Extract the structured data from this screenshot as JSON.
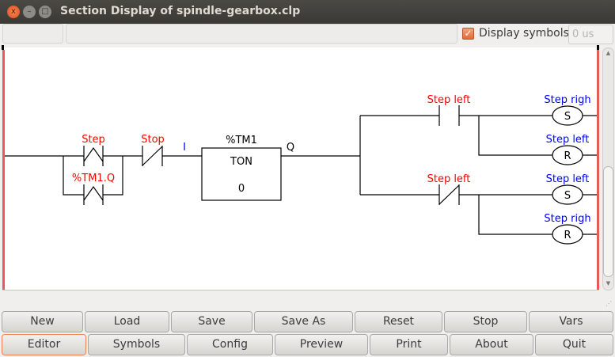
{
  "window": {
    "title": "Section Display of spindle-gearbox.clp",
    "close": "x",
    "minimize": "–",
    "maximize": "□"
  },
  "toolbar": {
    "display_symbols_label": "Display symbols",
    "display_symbols_checked": true,
    "check_glyph": "✓",
    "cycle_time": "0 us"
  },
  "ladder": {
    "rung1": {
      "contact_step": "Step",
      "contact_tm1q": "%TM1.Q",
      "contact_stop": "Stop",
      "timer_input": "I",
      "timer_name": "%TM1",
      "timer_type": "TON",
      "timer_preset": "0",
      "timer_output": "Q"
    },
    "branch_top": {
      "contact": "Step left",
      "coil_set_label": "Step righ",
      "coil_set": "S",
      "coil_reset_label": "Step left",
      "coil_reset": "R"
    },
    "branch_bottom": {
      "contact": "Step left",
      "coil_set_label": "Step left",
      "coil_set": "S",
      "coil_reset_label": "Step righ",
      "coil_reset": "R"
    },
    "colors": {
      "symbol_red": "#ff0000",
      "symbol_blue": "#0000ff",
      "rail": "#e85a5a"
    }
  },
  "buttons": {
    "row1": [
      "New",
      "Load",
      "Save",
      "Save As",
      "Reset",
      "Stop",
      "Vars"
    ],
    "row2": [
      "Editor",
      "Symbols",
      "Config",
      "Preview",
      "Print",
      "About",
      "Quit"
    ]
  }
}
